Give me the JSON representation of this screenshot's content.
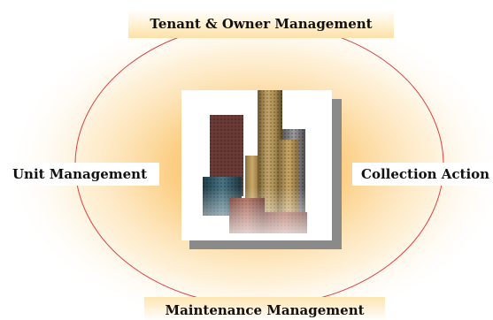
{
  "diagram": {
    "top_label": "Tenant & Owner Management",
    "left_label": "Unit Management",
    "right_label": "Collection Action",
    "bottom_label": "Maintenance Management",
    "center_image": "city-buildings-icon",
    "colors": {
      "glow": "#fbc46a",
      "ellipse": "#e04040",
      "shadow": "#8a8a8a"
    }
  }
}
